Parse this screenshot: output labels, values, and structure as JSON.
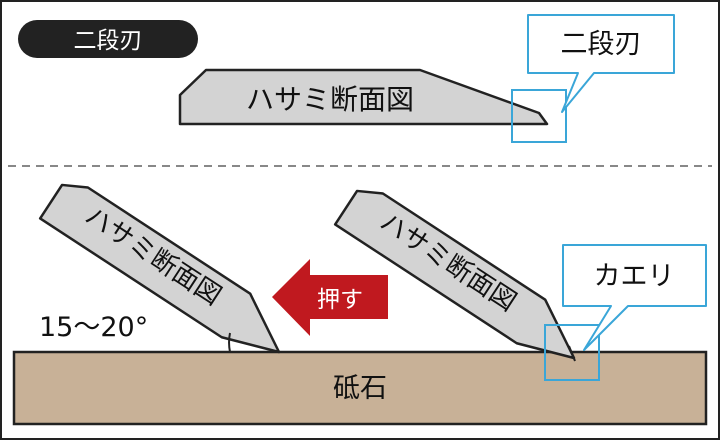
{
  "badge": {
    "label": "二段刃"
  },
  "top_scissors": {
    "label": "ハサミ断面図"
  },
  "callout_top": {
    "label": "二段刃"
  },
  "left_scissors": {
    "label": "ハサミ断面図"
  },
  "right_scissors": {
    "label": "ハサミ断面図"
  },
  "angle": {
    "label": "15〜20°"
  },
  "push_arrow": {
    "label": "押す"
  },
  "callout_bottom": {
    "label": "カエリ"
  },
  "stone": {
    "label": "砥石"
  },
  "colors": {
    "frame": "#222222",
    "badge_bg": "#222222",
    "blade_fill": "#d3d3d3",
    "blade_stroke": "#222222",
    "callout_stroke": "#3aa6d8",
    "arrow": "#c0191f",
    "stone_fill": "#c8b197",
    "divider": "#888888"
  }
}
